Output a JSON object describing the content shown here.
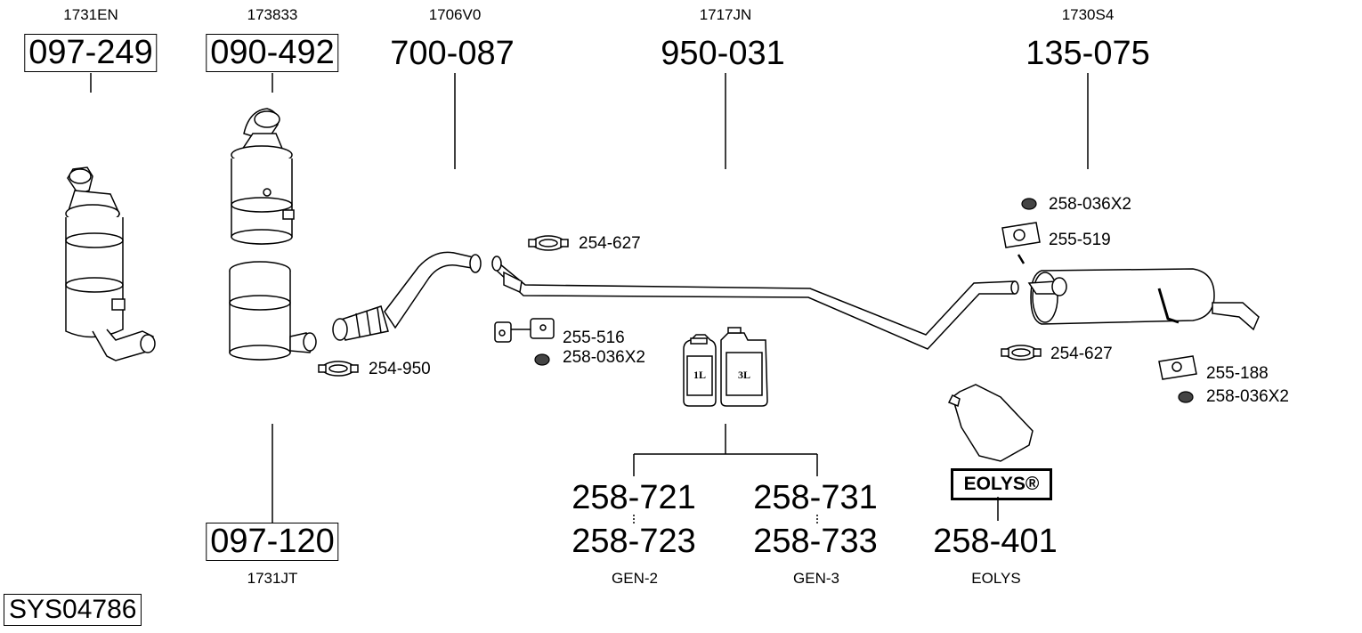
{
  "system_code": "SYS04786",
  "top_parts": [
    {
      "ref": "1731EN",
      "part_no": "097-249",
      "boxed": true
    },
    {
      "ref": "173833",
      "part_no": "090-492",
      "boxed": true
    },
    {
      "ref": "1706V0",
      "part_no": "700-087",
      "boxed": false
    },
    {
      "ref": "1717JN",
      "part_no": "950-031",
      "boxed": false
    },
    {
      "ref": "1730S4",
      "part_no": "135-075",
      "boxed": false
    }
  ],
  "bottom_parts": [
    {
      "ref": "1731JT",
      "part_no": "097-120",
      "boxed": true
    },
    {
      "ref": "GEN-2",
      "part_no_a": "258-721",
      "part_no_b": "258-723"
    },
    {
      "ref": "GEN-3",
      "part_no_a": "258-731",
      "part_no_b": "258-733"
    },
    {
      "ref": "EOLYS",
      "part_no": "258-401",
      "badge": "EOLYS®"
    }
  ],
  "small_parts": {
    "clamp_mid": "254-627",
    "clamp_left": "254-950",
    "hanger_mid": "255-516",
    "nut_mid": "258-036X2",
    "nut_right_top": "258-036X2",
    "hanger_right_top": "255-519",
    "clamp_right": "254-627",
    "hanger_right": "255-188",
    "nut_right": "258-036X2"
  },
  "containers": {
    "small": "1L",
    "large": "3L"
  }
}
